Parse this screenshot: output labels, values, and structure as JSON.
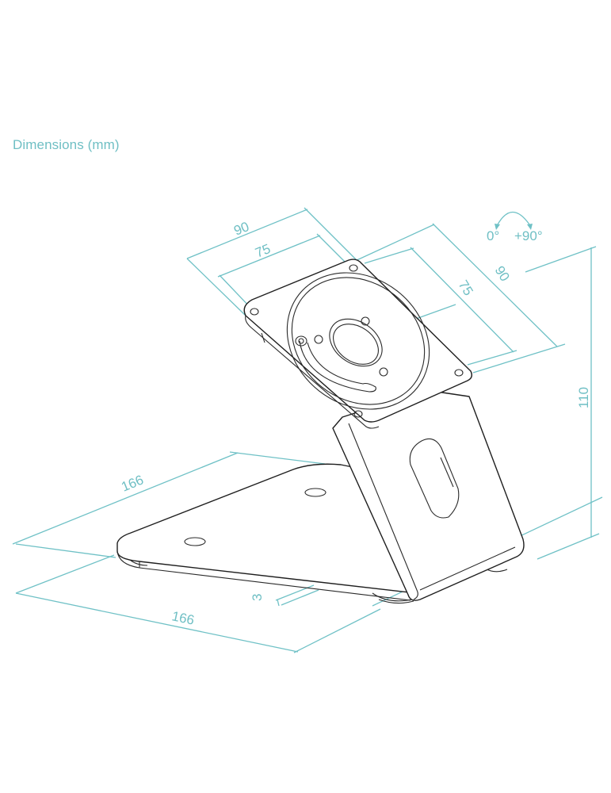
{
  "title": "Dimensions (mm)",
  "colors": {
    "dimension_line": "#6fc1c6",
    "dimension_text": "#6fbfc4",
    "part_outline": "#1f1f1f",
    "background": "#ffffff"
  },
  "rotation": {
    "icon": "rotation-arc-icon",
    "start_label": "0°",
    "end_label": "+90°"
  },
  "dimensions": {
    "plate_width_outer": "90",
    "plate_width_hole_spacing": "75",
    "plate_height_outer": "90",
    "plate_height_hole_spacing": "75",
    "overall_height": "110",
    "base_depth": "166",
    "base_width": "166",
    "base_thickness": "3"
  },
  "parts": [
    "vesa-mount-plate",
    "rotating-disc",
    "upright-support",
    "cable-slot",
    "triangular-base",
    "base-mount-holes",
    "rubber-feet"
  ]
}
